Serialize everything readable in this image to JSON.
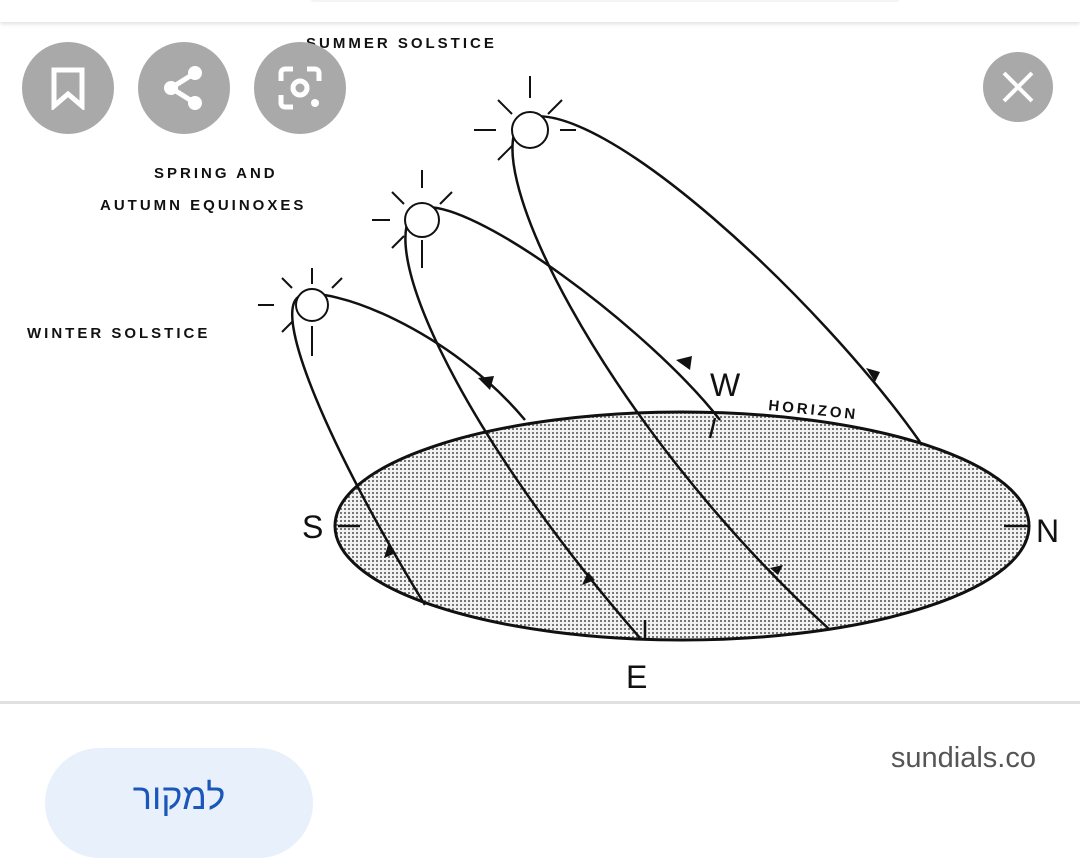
{
  "toolbar": {
    "save_icon": "bookmark-icon",
    "share_icon": "share-icon",
    "lens_icon": "lens-icon",
    "close_icon": "close-icon"
  },
  "diagram": {
    "summer": "SUMMER SOLSTICE",
    "equinox_1": "SPRING AND",
    "equinox_2": "AUTUMN EQUINOXES",
    "winter": "WINTER SOLSTICE",
    "horizon": "HORIZON",
    "west": "W",
    "south": "S",
    "north": "N",
    "east": "E"
  },
  "footer": {
    "source_button": "למקור",
    "site": "sundials.co"
  }
}
